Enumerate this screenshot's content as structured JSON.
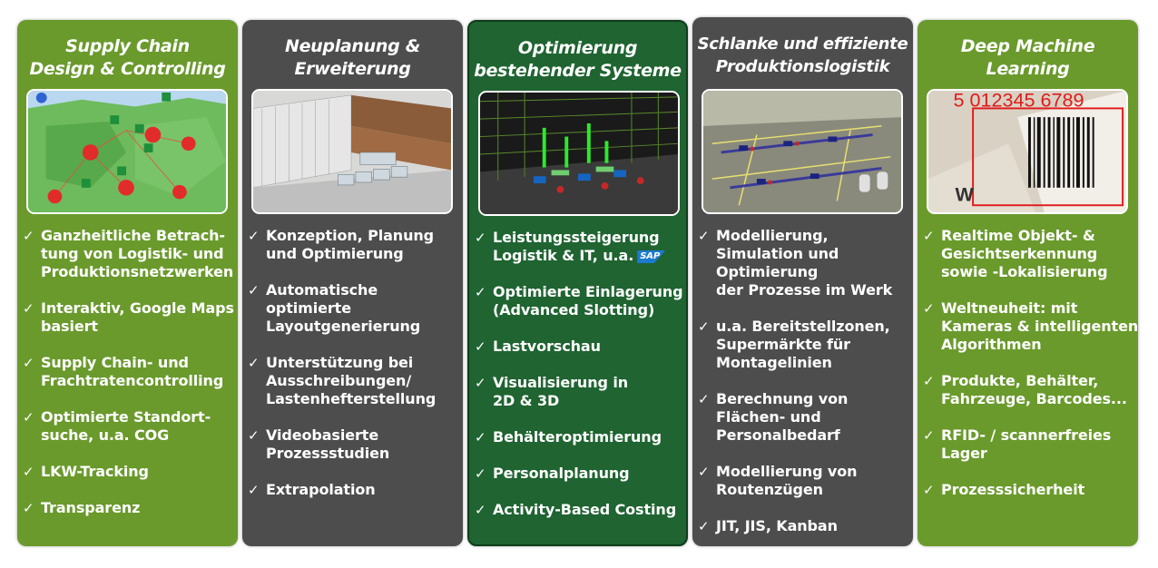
{
  "cards": [
    {
      "title_lines": [
        "Supply Chain",
        "Design & Controlling"
      ],
      "image": "map-network-image",
      "items": [
        [
          "Ganzheitliche Betrach-",
          "tung von Logistik- und",
          "Produktionsnetzwerken"
        ],
        [
          "Interaktiv, Google Maps",
          "basiert"
        ],
        [
          "Supply Chain- und",
          "Frachtratencontrolling"
        ],
        [
          "Optimierte Standort-",
          "suche, u.a. COG"
        ],
        [
          "LKW-Tracking"
        ],
        [
          "Transparenz"
        ]
      ]
    },
    {
      "title_lines": [
        "Neuplanung &",
        "Erweiterung"
      ],
      "image": "warehouse-3d-image",
      "items": [
        [
          "Konzeption, Planung",
          "und Optimierung"
        ],
        [
          "Automatische",
          "optimierte",
          "Layoutgenerierung"
        ],
        [
          "Unterstützung bei",
          "Ausschreibungen/",
          "Lastenhefterstellung"
        ],
        [
          "Videobasierte",
          "Prozessstudien"
        ],
        [
          "Extrapolation"
        ]
      ]
    },
    {
      "title_lines": [
        "Optimierung",
        "bestehender Systeme"
      ],
      "image": "rack-simulation-image",
      "sap_label": "SAP",
      "items": [
        [
          "Leistungssteigerung",
          "Logistik & IT, u.a."
        ],
        [
          "Optimierte Einlagerung",
          "(Advanced Slotting)"
        ],
        [
          "Lastvorschau"
        ],
        [
          "Visualisierung in",
          "2D & 3D"
        ],
        [
          "Behälteroptimierung"
        ],
        [
          "Personalplanung"
        ],
        [
          "Activity-Based Costing"
        ]
      ]
    },
    {
      "title_lines": [
        "Schlanke und effiziente",
        "Produktionslogistik"
      ],
      "image": "production-floor-image",
      "items": [
        [
          "Modellierung,",
          "Simulation und",
          "Optimierung",
          "der Prozesse im Werk"
        ],
        [
          "u.a. Bereitstellzonen,",
          "Supermärkte für",
          "Montagelinien"
        ],
        [
          "Berechnung von",
          "Flächen- und",
          "Personalbedarf"
        ],
        [
          "Modellierung von",
          "Routenzügen"
        ],
        [
          "JIT, JIS, Kanban"
        ]
      ]
    },
    {
      "title_lines": [
        "Deep Machine",
        "Learning"
      ],
      "image": "barcode-detection-image",
      "barcode_digits": "5 012345 6789",
      "items": [
        [
          "Realtime Objekt- &",
          "Gesichtserkennung",
          "sowie -Lokalisierung"
        ],
        [
          "Weltneuheit: mit",
          "Kameras & intelligenten",
          "Algorithmen"
        ],
        [
          "Produkte, Behälter,",
          "Fahrzeuge, Barcodes..."
        ],
        [
          "RFID- / scannerfreies",
          "Lager"
        ],
        [
          "Prozesssicherheit"
        ]
      ]
    }
  ],
  "check_symbol": "✓",
  "colors": {
    "green": "#6a9a2c",
    "gray": "#4d4d4d",
    "dark_green": "#1f6431"
  }
}
